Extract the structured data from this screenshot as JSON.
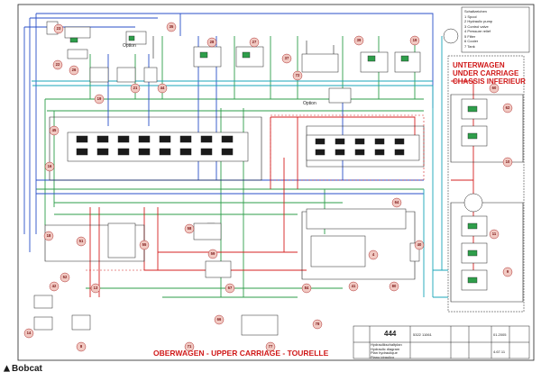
{
  "titles": {
    "upper_carriage": "OBERWAGEN - UPPER CARRIAGE - TOURELLE",
    "under_carriage_lines": [
      "UNTERWAGEN",
      "UNDER CARRIAGE",
      "CHASSIS INFERIEUR"
    ]
  },
  "option_labels": [
    "Option",
    "Option"
  ],
  "title_block": {
    "number": "444",
    "desc_lines": [
      "Hydraulikschaltplan",
      "Hydraulic diagram",
      "Plan hydraulique",
      "Piano idraulico"
    ],
    "part_no": "5322 11061",
    "date": "01.2005",
    "sheet": "4.67.11"
  },
  "legend_lines": [
    "Schaltzeichen",
    "1 Spool",
    "2 Hydraulic pump",
    "3 Control valve",
    "4 Pressure relief",
    "5 Filter",
    "6 Cooler",
    "7 Tank"
  ],
  "brand": "Bobcat",
  "colors": {
    "red": "#d42020",
    "green": "#2e9e4a",
    "blue": "#2a4fc8",
    "cyan": "#18a5b8",
    "black": "#222222",
    "component_fill": "#f1c9c2"
  },
  "callouts": [
    "23",
    "22",
    "26",
    "35",
    "28",
    "27",
    "37",
    "39",
    "19",
    "19",
    "21",
    "44",
    "45",
    "16",
    "18",
    "51",
    "52",
    "42",
    "55",
    "58",
    "59",
    "67",
    "66",
    "71",
    "84",
    "78",
    "77",
    "64",
    "4",
    "40",
    "41",
    "80",
    "60",
    "62",
    "10",
    "11",
    "9",
    "8",
    "13",
    "14",
    "72"
  ]
}
